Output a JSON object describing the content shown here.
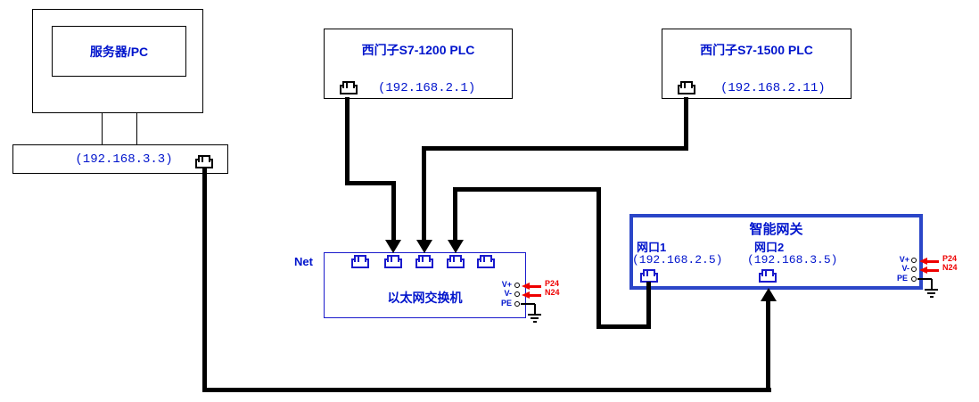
{
  "colors": {
    "blue": "#0014cc",
    "red": "#ee0000",
    "black": "#000000",
    "gateway_border": "#2b46c8",
    "switch_border": "#1a1acc"
  },
  "server": {
    "title": "服务器/PC",
    "ip": "(192.168.3.3)"
  },
  "plc1200": {
    "title": "西门子S7-1200 PLC",
    "ip": "(192.168.2.1)"
  },
  "plc1500": {
    "title": "西门子S7-1500 PLC",
    "ip": "(192.168.2.11)"
  },
  "switch": {
    "net_label": "Net",
    "title": "以太网交换机"
  },
  "gateway": {
    "title": "智能网关",
    "port1_label": "网口1",
    "port1_ip": "(192.168.2.5)",
    "port2_label": "网口2",
    "port2_ip": "(192.168.3.5)"
  },
  "terminals": {
    "v_plus": "V+",
    "v_minus": "V-",
    "pe": "PE",
    "p24": "P24",
    "n24": "N24"
  }
}
